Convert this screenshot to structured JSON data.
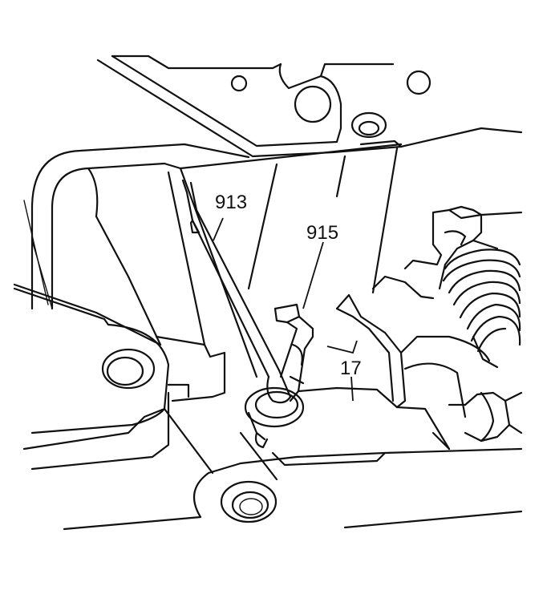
{
  "callouts": {
    "c913": "913",
    "c915": "915",
    "c17": "17"
  },
  "colors": {
    "line": "#111111",
    "background": "#ffffff"
  }
}
